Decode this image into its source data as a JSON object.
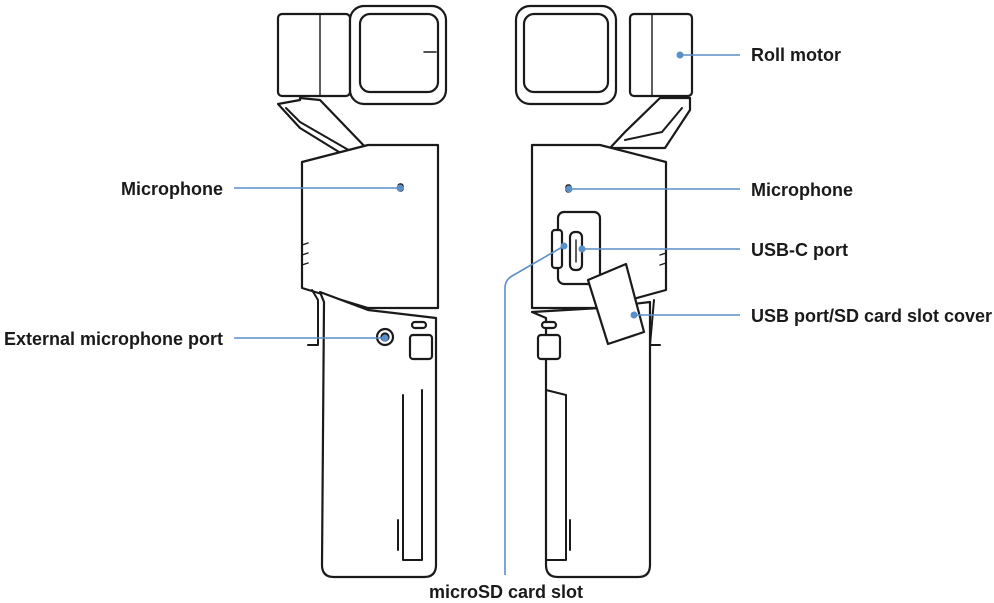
{
  "colors": {
    "outline": "#1a1a1a",
    "leader": "#5b8fc9",
    "background": "#ffffff"
  },
  "labels": {
    "microphone_left": "Microphone",
    "external_mic_port": "External microphone port",
    "roll_motor": "Roll motor",
    "microphone_right": "Microphone",
    "usb_c_port": "USB-C port",
    "usb_sd_cover": "USB port/SD card slot cover",
    "microsd_slot": "microSD card slot"
  }
}
